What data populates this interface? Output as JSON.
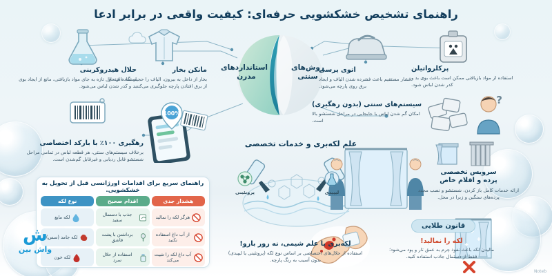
{
  "header": {
    "title": "راهنمای تشخیص خشکشویی حرفه‌ای: کیفیت واقعی در برابر ادعا"
  },
  "center": {
    "modern_label": "استانداردهای مدرن",
    "traditional_label": "روش‌های سنتی"
  },
  "modern_items": [
    {
      "id": "hydrocarbon-solvent",
      "title": "حلال هیدروکربنی",
      "desc": "استفاده از حلال تازه به جای مواد بازیافتی، مانع از ایجاد بوی بد و کدر شدن لباس می‌شود.",
      "icon": "flask-icon"
    },
    {
      "id": "steam-mannequin",
      "title": "مانکن بخار",
      "desc": "بخار از داخل به بیرون، الیاف را حجیم نگه داشته و از برق افتادن پارچه جلوگیری می‌کند.",
      "icon": "shirt-icon"
    },
    {
      "id": "barcode-tracking",
      "title": "رهگیری ۱۰۰٪ با بارکد اختصاصی",
      "desc": "برخلاف سیستم‌های سنتی، هر قطعه لباس در تمامی مراحل شستشو قابل ردیابی و غیرقابل گم‌شدن است.",
      "icon": "barcode-tag-icon",
      "badge": "100%"
    }
  ],
  "traditional_items": [
    {
      "id": "press-iron",
      "title": "اتوی پرسی",
      "desc": "فشار مستقیم باعث فشرده شدن الیاف و ایجاد برق روی پارچه می‌شود.",
      "icon": "iron-icon"
    },
    {
      "id": "perchloroethylene",
      "title": "پرکلرواتیلن",
      "desc": "استفاده از مواد بازیافتی ممکن است باعث بوی بد و کدر شدن لباس شود.",
      "icon": "chemical-canister-icon"
    },
    {
      "id": "no-tracking",
      "title": "سیستم‌های سنتی (بدون رهگیری)",
      "desc": "امکان گم شدن لباس یا جابجایی در مراحل شستشو بالا است.",
      "icon": "scattered-clothes-icon"
    }
  ],
  "emergency": {
    "title": "راهنمای سریع برای اقدامات اورژانسی قبل از تحویل به خشکشویی.",
    "columns": [
      "نوع لکه",
      "اقدام صحیح",
      "هشدار جدی"
    ],
    "rows": [
      {
        "stain": "لکه مایع",
        "stain_icon": "water-drop-icon",
        "action": "جذب با دستمال سفید",
        "action_icon": "napkin-hand-icon",
        "warning": "هرگز لکه را نمالید",
        "warning_icon": "no-rub-icon"
      },
      {
        "stain": "لکه جامد (سس)",
        "stain_icon": "sauce-splash-icon",
        "action": "برداشتن با پشت قاشق",
        "action_icon": "spoon-icon",
        "warning": "از آب داغ استفاده نکنید",
        "warning_icon": "no-hot-water-icon"
      },
      {
        "stain": "لکه خون",
        "stain_icon": "blood-drop-icon",
        "action": "استفاده از حلال سرد",
        "action_icon": "solvent-bottle-icon",
        "warning": "آب داغ لکه را تثبیت می‌کند",
        "warning_icon": "no-hot-tap-icon"
      }
    ]
  },
  "stain_science": {
    "heading": "علم لکه‌بری و خدمات تخصصی",
    "tag_protein": "پروتئینی",
    "tag_lipid": "لیپیدی",
    "title": "لکه‌بری با علم شیمی، نه زور بازو!",
    "desc": "استفاده از حلال‌های اختصاصی بر اساس نوع لکه (پروتئینی یا لیپیدی) بدون آسیب به رنگ پارچه."
  },
  "curtain_service": {
    "title": "سرویس تخصصی\nپرده و اقلام خاص",
    "title_line1": "سرویس تخصصی",
    "title_line2": "پرده و اقلام خاص",
    "desc": "ارائه خدمات کامل باز کردن، شستشو و نصب مجدد پرده‌های سنگین و زبرا در محل."
  },
  "golden_rule": {
    "badge": "قانون طلایی",
    "title": "لکه را نمالید!",
    "desc": "مالیدن لکه باعث نفوذ چرم به عمق تار و پود می‌شود؛ فقط از دستمال جاذب استفاده کنید."
  },
  "brand": {
    "mark": "ش",
    "name": "واش بین"
  },
  "credit": "Noteb",
  "colors": {
    "title": "#123d5c",
    "blue_header": "#3d93c4",
    "green_header": "#5bab8a",
    "red_header": "#e2654a",
    "brand": "#1b9ad6"
  }
}
